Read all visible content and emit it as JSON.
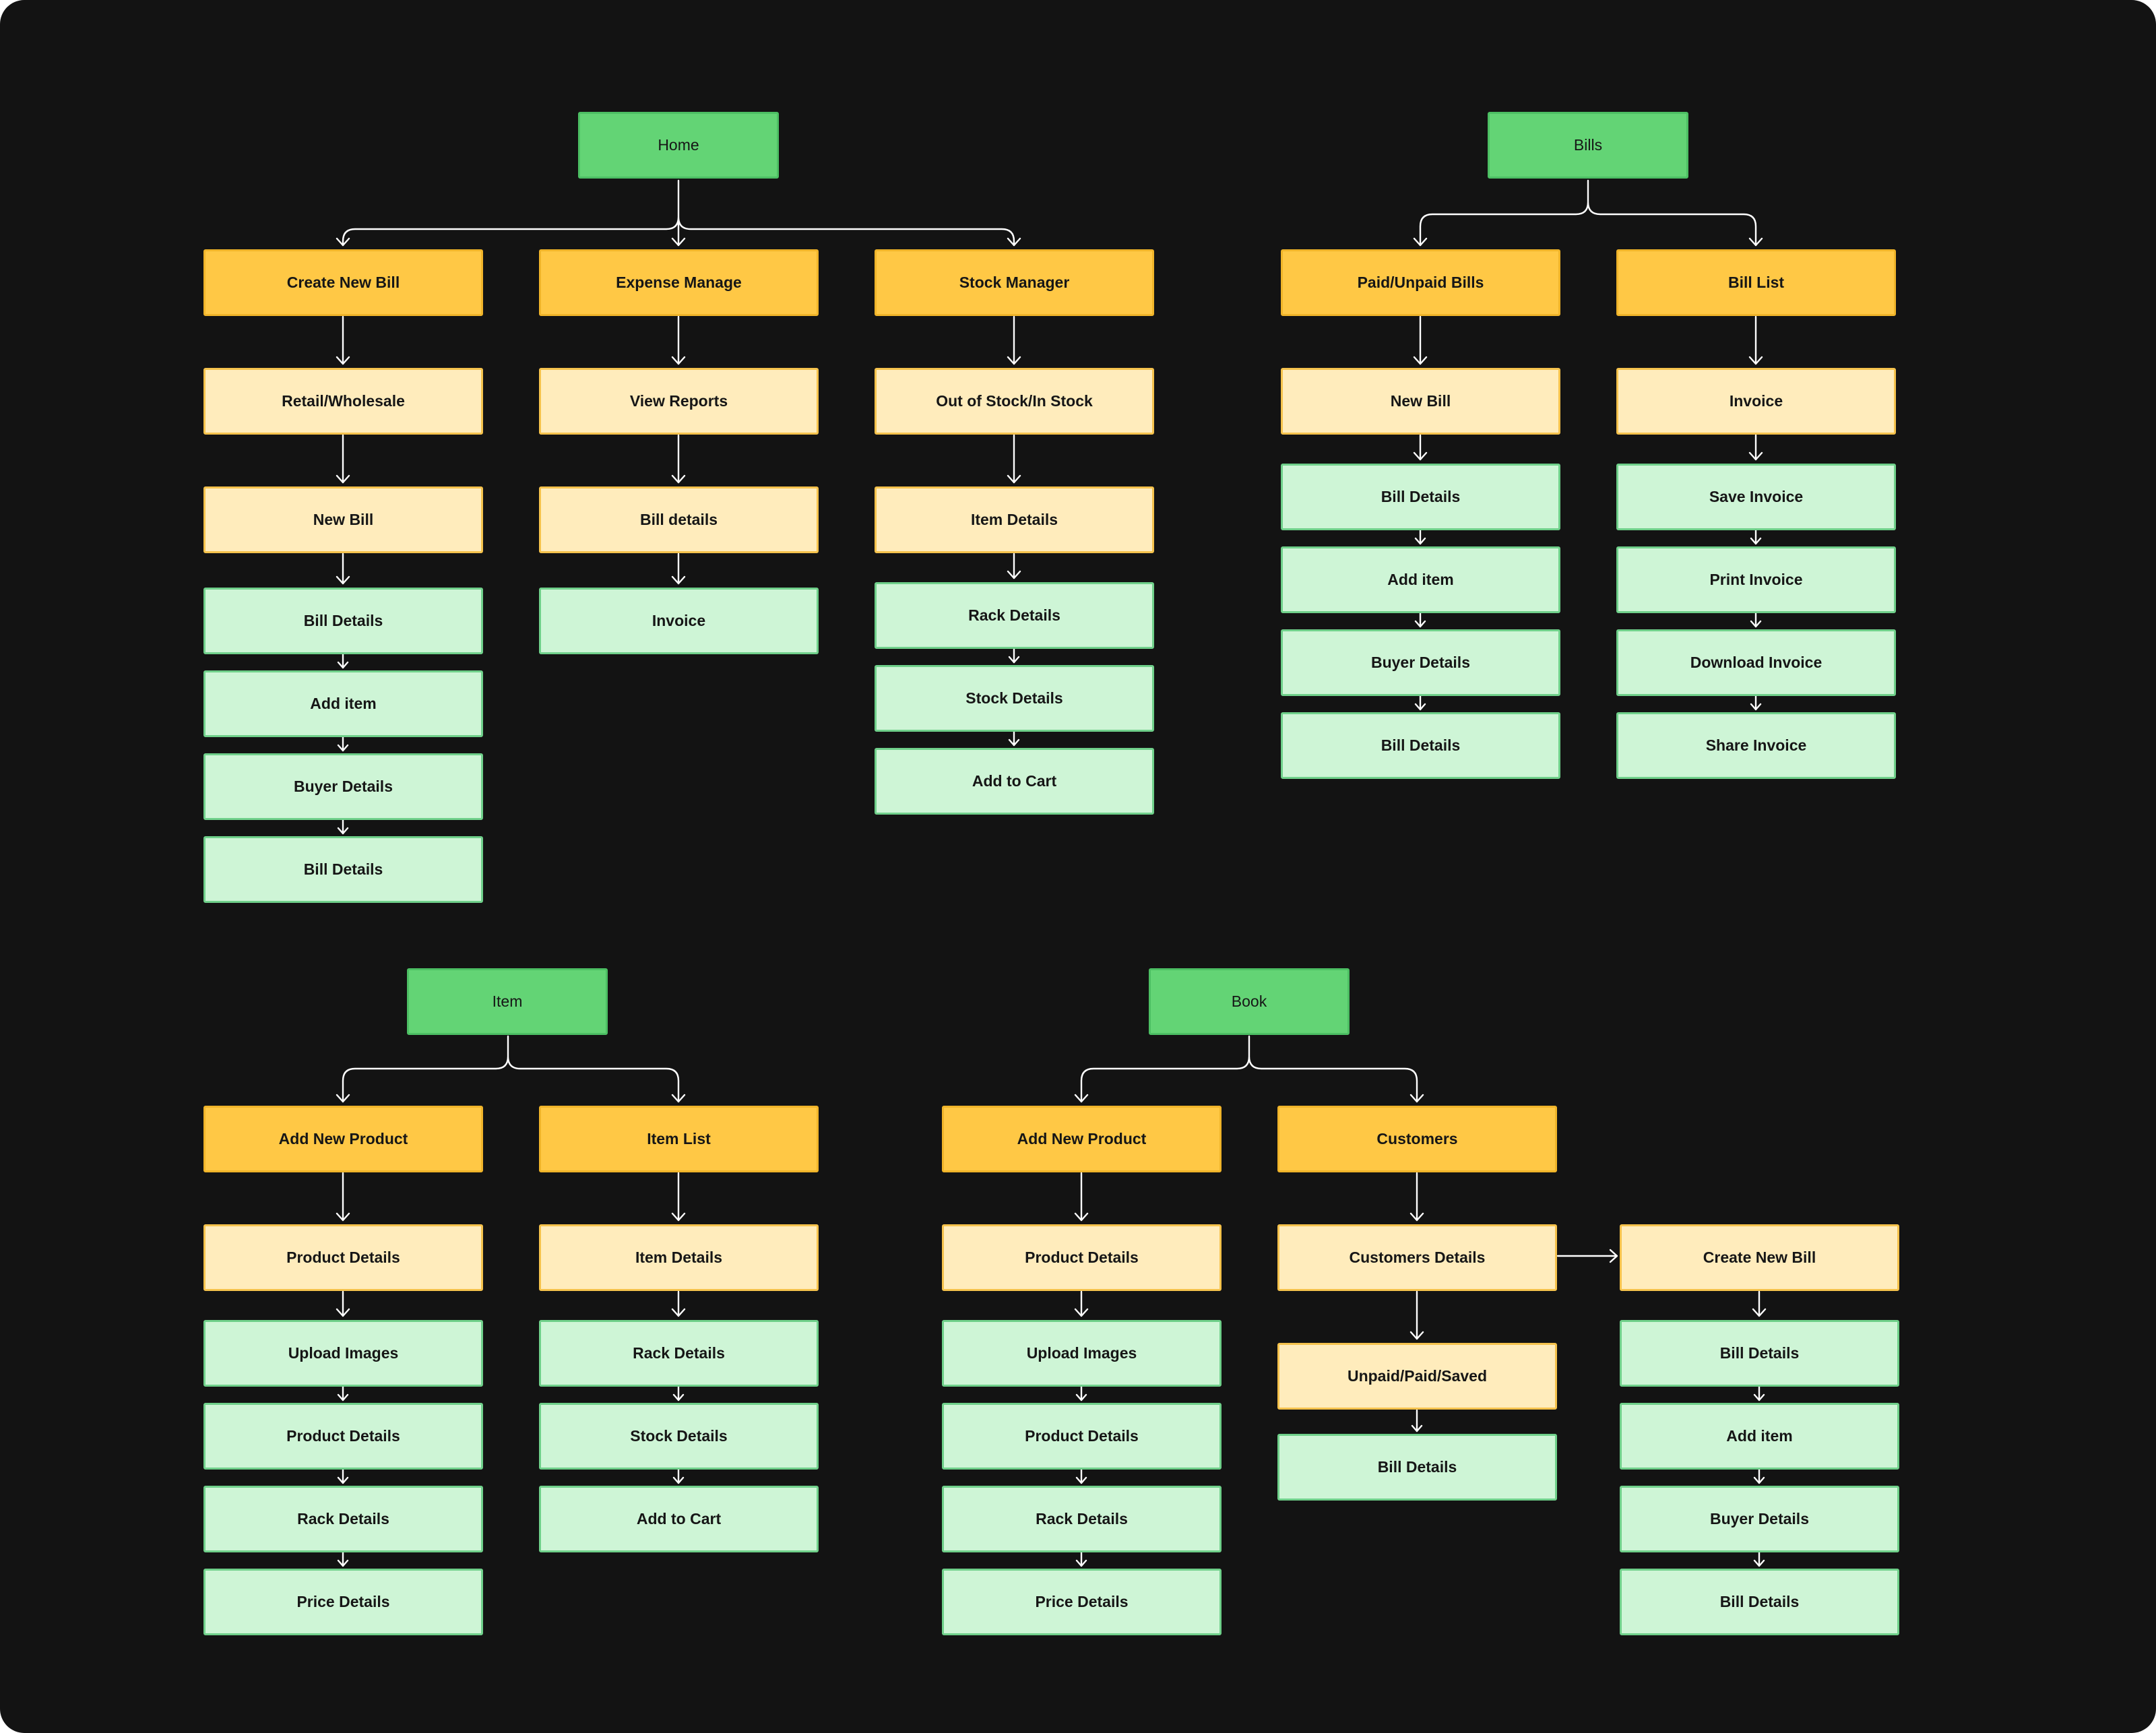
{
  "colors": {
    "canvas": "#131313",
    "root_green": "#63d475",
    "category_orange": "#ffc845",
    "subcategory_cream": "#ffecbc",
    "leaf_mint": "#cef5d6",
    "connector": "#ffffff"
  },
  "nodes": {
    "home": "Home",
    "create_new_bill": "Create New Bill",
    "expense_manage": "Expense Manage",
    "stock_manager": "Stock Manager",
    "retail_wholesale": "Retail/Wholesale",
    "view_reports": "View Reports",
    "out_of_stock": "Out of Stock/In Stock",
    "home_new_bill": "New Bill",
    "expense_bill_details": "Bill details",
    "stock_item_details": "Item Details",
    "home_bill_details_1": "Bill Details",
    "expense_invoice": "Invoice",
    "stock_rack_details": "Rack Details",
    "home_add_item": "Add item",
    "stock_stock_details": "Stock Details",
    "home_buyer_details": "Buyer Details",
    "stock_add_to_cart": "Add to Cart",
    "home_bill_details_2": "Bill Details",
    "bills": "Bills",
    "paid_unpaid_bills": "Paid/Unpaid Bills",
    "bill_list": "Bill List",
    "bills_new_bill": "New Bill",
    "bills_invoice": "Invoice",
    "bills_bill_details_1": "Bill Details",
    "save_invoice": "Save Invoice",
    "bills_add_item": "Add item",
    "print_invoice": "Print Invoice",
    "bills_buyer_details": "Buyer Details",
    "download_invoice": "Download Invoice",
    "bills_bill_details_2": "Bill Details",
    "share_invoice": "Share Invoice",
    "item": "Item",
    "item_add_new_product": "Add New Product",
    "item_list": "Item List",
    "item_product_details_1": "Product Details",
    "item_list_item_details": "Item Details",
    "item_upload_images": "Upload Images",
    "item_list_rack_details": "Rack Details",
    "item_product_details_2": "Product Details",
    "item_list_stock_details": "Stock Details",
    "item_rack_details": "Rack Details",
    "item_list_add_to_cart": "Add to Cart",
    "item_price_details": "Price Details",
    "book": "Book",
    "book_add_new_product": "Add New Product",
    "customers": "Customers",
    "book_product_details_1": "Product Details",
    "customers_details": "Customers Details",
    "book_create_new_bill": "Create New Bill",
    "book_upload_images": "Upload Images",
    "unpaid_paid_saved": "Unpaid/Paid/Saved",
    "book_cnb_bill_details_1": "Bill Details",
    "book_product_details_2": "Product Details",
    "customers_bill_details": "Bill Details",
    "book_cnb_add_item": "Add item",
    "book_rack_details": "Rack Details",
    "book_cnb_buyer_details": "Buyer Details",
    "book_price_details": "Price Details",
    "book_cnb_bill_details_2": "Bill Details"
  }
}
